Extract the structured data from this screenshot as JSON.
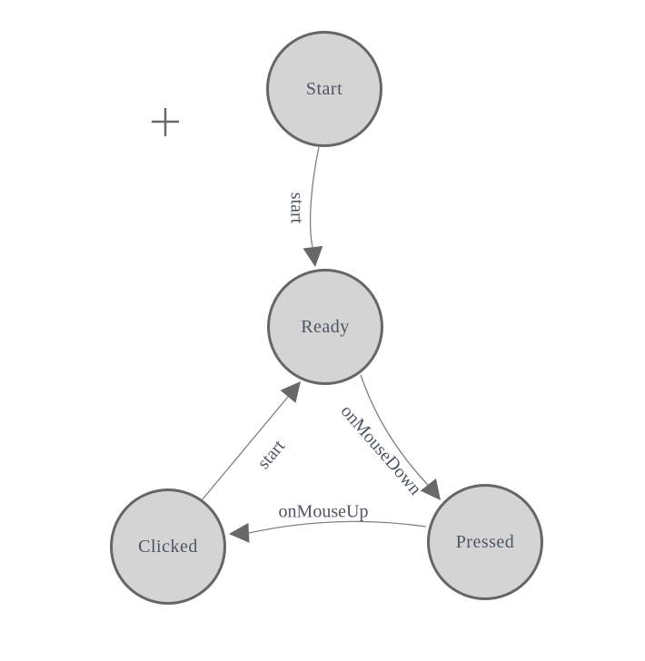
{
  "diagram": {
    "nodes": [
      {
        "id": "start",
        "label": "Start"
      },
      {
        "id": "ready",
        "label": "Ready"
      },
      {
        "id": "clicked",
        "label": "Clicked"
      },
      {
        "id": "pressed",
        "label": "Pressed"
      }
    ],
    "edges": [
      {
        "from": "Start",
        "to": "Ready",
        "label": "start"
      },
      {
        "from": "Ready",
        "to": "Pressed",
        "label": "onMouseDown"
      },
      {
        "from": "Pressed",
        "to": "Clicked",
        "label": "onMouseUp"
      },
      {
        "from": "Clicked",
        "to": "Ready",
        "label": "start"
      }
    ],
    "crosshair_symbol": "+",
    "palette": {
      "canvas_bg": "#ffffff",
      "node_fill": "#d4d4d4",
      "node_border": "#666666",
      "node_text": "#4d5663",
      "edge_line": "#7f7f7f",
      "arrow_fill": "#686868",
      "edge_label_text": "#4d5663",
      "crosshair": "#6a6a6a"
    }
  }
}
